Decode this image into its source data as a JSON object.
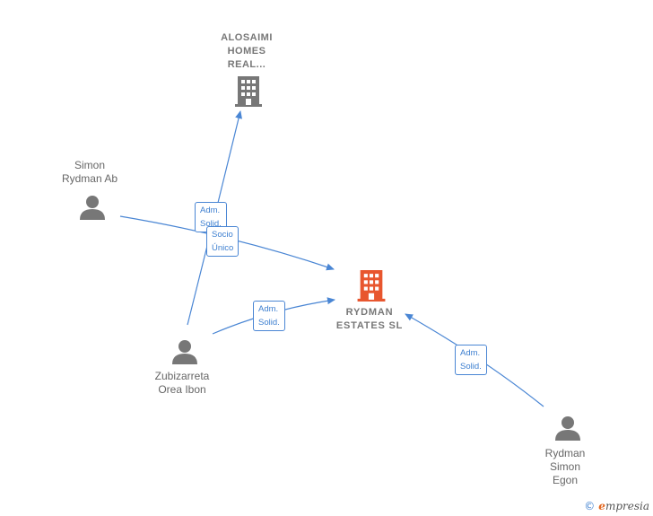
{
  "colors": {
    "edge": "#4a86d4",
    "person": "#777777",
    "company": "#777777",
    "main_company": "#e8562e"
  },
  "nodes": {
    "alosaimi": {
      "label_lines": [
        "ALOSAIMI",
        "HOMES",
        "REAL..."
      ],
      "icon": "building-icon"
    },
    "rydman_estates": {
      "label_lines": [
        "RYDMAN",
        "ESTATES SL"
      ],
      "icon": "building-icon"
    },
    "simon_rydman_ab": {
      "label_lines": [
        "Simon",
        "Rydman Ab"
      ],
      "icon": "person-icon"
    },
    "zubizarreta": {
      "label_lines": [
        "Zubizarreta",
        "Orea Ibon"
      ],
      "icon": "person-icon"
    },
    "rydman_simon_egon": {
      "label_lines": [
        "Rydman",
        "Simon",
        "Egon"
      ],
      "icon": "person-icon"
    }
  },
  "badges": {
    "adm1": [
      "Adm.",
      "Solid."
    ],
    "socio": [
      "Socio",
      "Único"
    ],
    "adm2": [
      "Adm.",
      "Solid."
    ],
    "adm3": [
      "Adm.",
      "Solid."
    ]
  },
  "footer": {
    "copyright": "©",
    "brand_first": "e",
    "brand_rest": "mpresia"
  }
}
